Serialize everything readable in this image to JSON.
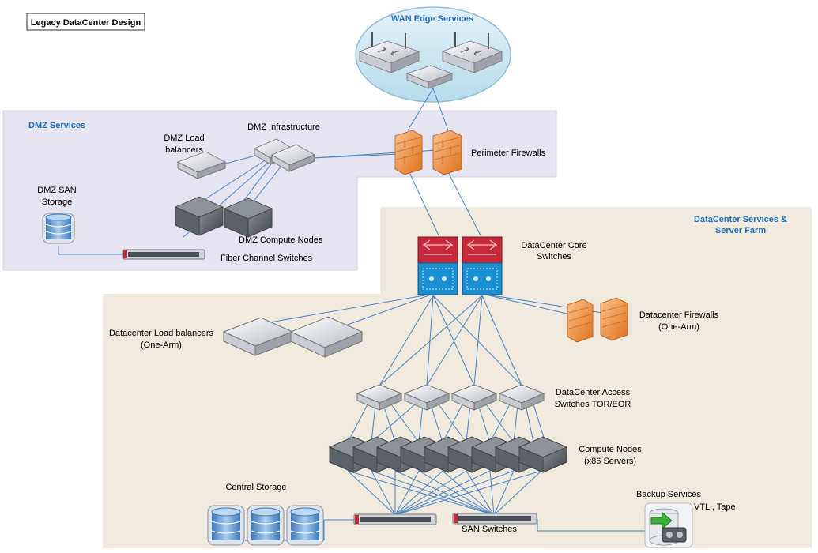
{
  "title": "Legacy DataCenter Design",
  "zones": {
    "wan": "WAN Edge Services",
    "dmz": "DMZ Services",
    "dc_line1": "DataCenter Services &",
    "dc_line2": "Server Farm"
  },
  "labels": {
    "dmz_infra": "DMZ Infrastructure",
    "dmz_lb_1": "DMZ Load",
    "dmz_lb_2": "balancers",
    "dmz_san_1": "DMZ SAN",
    "dmz_san_2": "Storage",
    "perimeter_fw": "Perimeter Firewalls",
    "dmz_compute": "DMZ Compute Nodes",
    "fc_switches": "Fiber Channel Switches",
    "core_1": "DataCenter Core",
    "core_2": "Switches",
    "dc_fw_1": "Datacenter Firewalls",
    "dc_fw_2": "(One-Arm)",
    "dc_lb_1": "Datacenter Load balancers",
    "dc_lb_2": "(One-Arm)",
    "access_1": "DataCenter Access",
    "access_2": "Switches TOR/EOR",
    "compute_1": "Compute Nodes",
    "compute_2": "(x86 Servers)",
    "central_storage": "Central Storage",
    "backup": "Backup Services",
    "vtl": "VTL , Tape",
    "san_switches": "SAN Switches"
  },
  "colors": {
    "zone_fill": "#e6e4f1",
    "dc_fill": "#efe9de",
    "wan_fill": "#cfe6f0",
    "link": "#4a84c4",
    "zone_title": "#1f6fc1",
    "core_red": "#c8283c",
    "core_blue": "#1b8fd2",
    "firewall": "#e8893a"
  },
  "icons": [
    "router-icon",
    "switch-icon",
    "firewall-icon",
    "core-switch-icon",
    "load-balancer-icon",
    "server-icon",
    "storage-icon",
    "fc-switch-icon",
    "backup-icon"
  ]
}
